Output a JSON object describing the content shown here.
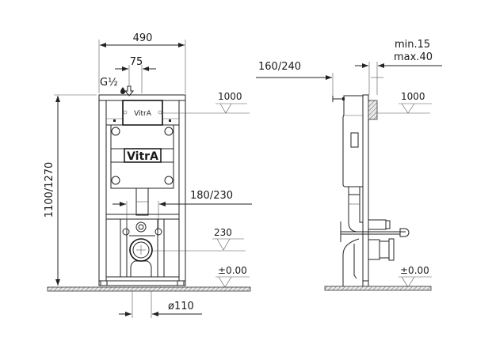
{
  "front_view": {
    "width_dim": "490",
    "inlet_offset_dim": "75",
    "inlet_thread": "G½",
    "height_dim": "1100/1270",
    "flush_plate_brand": "VitrA",
    "tank_brand": "VitrA",
    "flush_level": "1000",
    "bolt_spacing_dim": "180/230",
    "outlet_level": "230",
    "floor_level": "±0.00",
    "outlet_diameter": "ø110"
  },
  "side_view": {
    "depth_dim": "160/240",
    "wall_min": "min.15",
    "wall_max": "max.40",
    "flush_level": "1000",
    "floor_level": "±0.00"
  },
  "colors": {
    "line": "#222222",
    "background": "#ffffff"
  }
}
